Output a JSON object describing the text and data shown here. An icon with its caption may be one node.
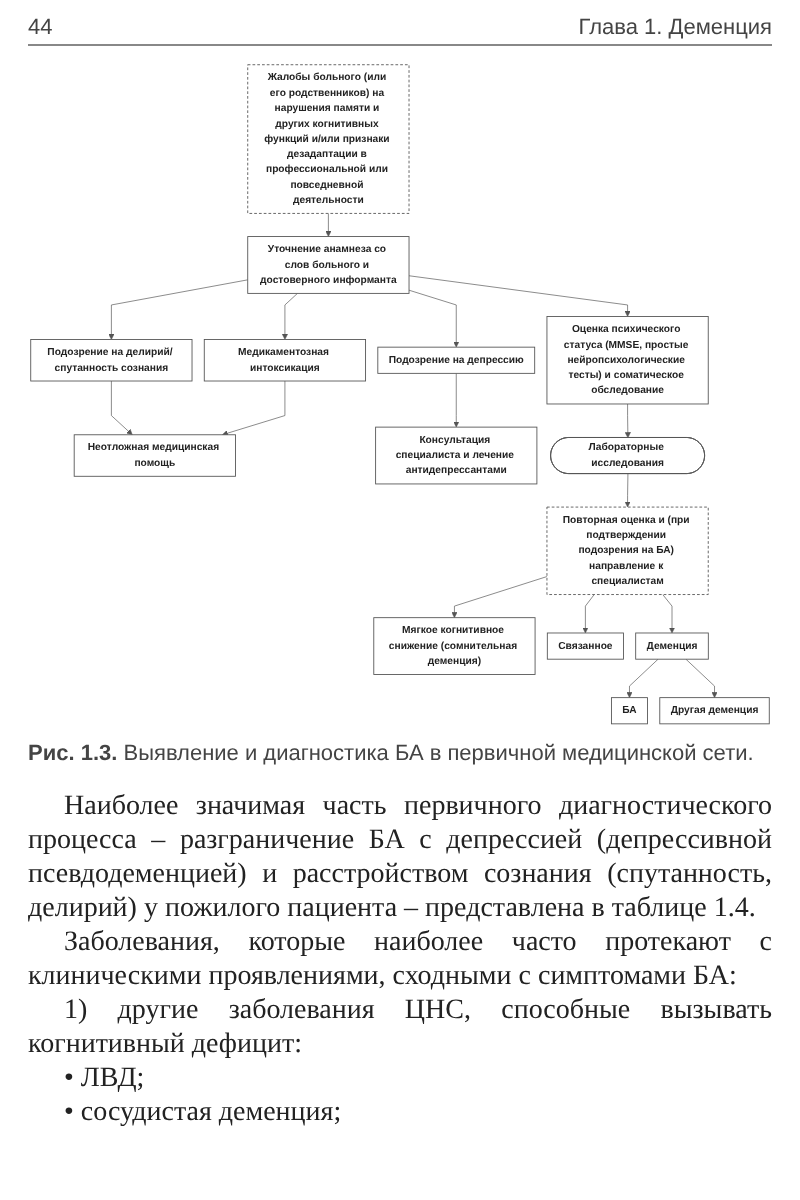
{
  "diagram": {
    "caption": "**Рис. 1.3.** Выявление и диагностика БА в первичной медицинской сети.",
    "nodes": [
      {
        "text": [
          "Жалобы больного (или его родственников) на нарушения памяти и других когнитивных функций и/или признаки дезадаптации в профессиональной или повседневной деятельности"
        ]
      },
      {
        "text": [
          "Подозрение на делирий/ спутанность сознания"
        ]
      },
      {
        "text": [
          "Уточнение анамнеза со слов больного и достоверного информанта"
        ]
      },
      {
        "text": [
          "Подозрение на депрессию"
        ]
      },
      {
        "text": [
          "Медикаментозная интоксикация"
        ]
      },
      {
        "text": [
          "Неотложная медицинская помощь"
        ]
      },
      {
        "text": [
          "Оценка психического статуса (MMSE, простые нейропсихологические тесты) и соматическое обследование"
        ]
      },
      {
        "text": [
          "Консультация специалиста и лечение антидепрессантами"
        ]
      },
      {
        "text": [
          "Лабораторные исследования"
        ]
      },
      {
        "text": [
          "Повторная оценка и (при подтверждении подозрения на БА) направление к специалистам"
        ]
      },
      {
        "text": [
          "Мягкое когнитивное снижение (сомнительная деменция)"
        ]
      },
      {
        "text": [
          "Связанное"
        ]
      },
      {
        "text": [
          "Деменция"
        ]
      },
      {
        "text": [
          "БА"
        ]
      },
      {
        "text": [
          "Другая деменция"
        ]
      }
    ],
    "edges": [
      {
        "from": 0,
        "to": 2,
        "arrow": "to"
      },
      {
        "from": 2,
        "to": 1,
        "arrow": "to"
      },
      {
        "from": 2,
        "to": 3,
        "arrow": "to"
      },
      {
        "from": 2,
        "to": 4,
        "arrow": "to"
      },
      {
        "from": 2,
        "to": 6,
        "arrow": "to"
      },
      {
        "from": 1,
        "to": 5,
        "arrow": "to"
      },
      {
        "from": 4,
        "to": 5,
        "arrow": "to"
      },
      {
        "from": 3,
        "to": 7,
        "arrow": "to"
      },
      {
        "from": 6,
        "to": 8,
        "arrow": "to"
      },
      {
        "from": 8,
        "to": 9,
        "arrow": "to"
      },
      {
        "from": 9,
        "to": 10,
        "arrow": "to"
      },
      {
        "from": 9,
        "to": 11,
        "arrow": "to"
      },
      {
        "from": 9,
        "to": 12,
        "arrow": "to"
      },
      {
        "from": 12,
        "to": 13,
        "arrow": "to"
      },
      {
        "from": 12,
        "to": 14,
        "arrow": "to"
      }
    ],
    "labels": [
      "44",
      "Глава 1. Деменция",
      "Наиболее значимая часть первичного диагностического процесса – разграничение БА с депрессией (депрессивной псевдодеменцией) и расстройством сознания (спутанность, делирий) у пожилого пациента – представлена в таблице 1.4.",
      "Заболевания, которые наиболее часто протекают с клиническими проявлениями, сходными с симптомами БА:",
      "1) другие заболевания ЦНС, способные вызывать когнитивный дефицит:",
      "• ЛВД;",
      "• сосудистая деменция;"
    ]
  }
}
